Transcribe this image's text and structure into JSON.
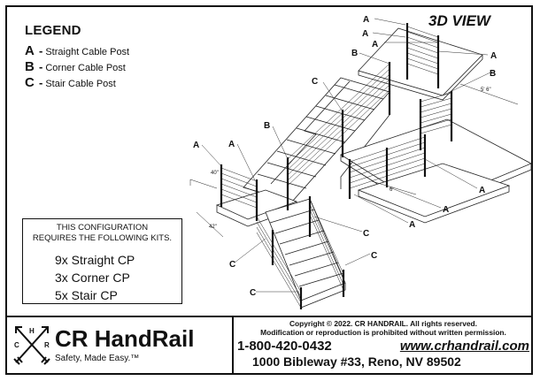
{
  "legend": {
    "title": "LEGEND",
    "items": [
      {
        "key": "A",
        "label": "Straight Cable Post"
      },
      {
        "key": "B",
        "label": "Corner Cable Post"
      },
      {
        "key": "C",
        "label": "Stair Cable Post"
      }
    ]
  },
  "view_title": "3D VIEW",
  "kits": {
    "heading_line1": "THIS CONFIGURATION",
    "heading_line2": "REQUIRES THE FOLLOWING KITS.",
    "items": [
      "9x Straight CP",
      "3x Corner CP",
      "5x Stair CP"
    ]
  },
  "callouts": {
    "A": "A",
    "B": "B",
    "C": "C"
  },
  "dimensions": {
    "d40": "40\"",
    "d42": "42\"",
    "d5_6": "5' 6\"",
    "d6": "6'"
  },
  "footer": {
    "logo_letters": {
      "c": "C",
      "h": "H",
      "r": "R"
    },
    "brand": "CR HandRail",
    "tagline": "Safety, Made Easy.™",
    "copyright": "Copyright © 2022. CR HANDRAIL. All rights reserved.",
    "notice": "Modification or reproduction is prohibited without written permission.",
    "phone": "1-800-420-0432",
    "website": "www.crhandrail.com",
    "address": "1000 Bibleway #33, Reno, NV 89502"
  }
}
